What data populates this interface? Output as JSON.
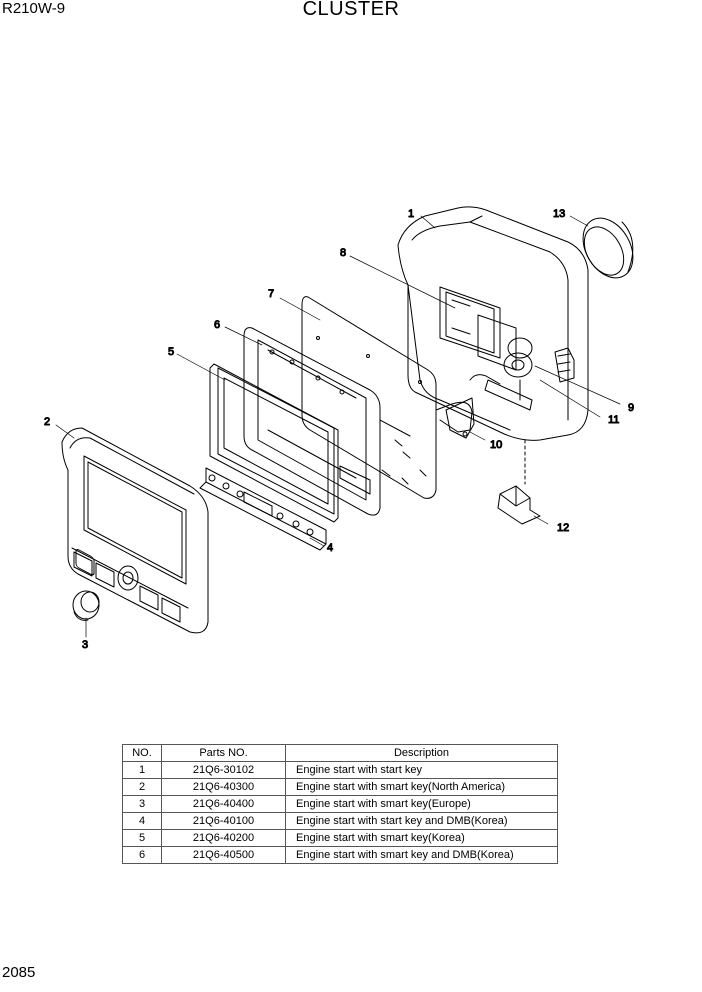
{
  "header": {
    "model": "R210W-9",
    "title": "CLUSTER"
  },
  "footer": {
    "page_number": "2085"
  },
  "callouts": [
    "1",
    "2",
    "3",
    "4",
    "5",
    "6",
    "7",
    "8",
    "9",
    "10",
    "11",
    "12",
    "13"
  ],
  "table": {
    "headers": [
      "NO.",
      "Parts NO.",
      "Description"
    ],
    "rows": [
      {
        "no": "1",
        "part": "21Q6-30102",
        "desc": "Engine start with start key"
      },
      {
        "no": "2",
        "part": "21Q6-40300",
        "desc": "Engine start with smart key(North America)"
      },
      {
        "no": "3",
        "part": "21Q6-40400",
        "desc": "Engine start with smart key(Europe)"
      },
      {
        "no": "4",
        "part": "21Q6-40100",
        "desc": "Engine start with start key and DMB(Korea)"
      },
      {
        "no": "5",
        "part": "21Q6-40200",
        "desc": "Engine start with smart key(Korea)"
      },
      {
        "no": "6",
        "part": "21Q6-40500",
        "desc": "Engine start with smart key and DMB(Korea)"
      }
    ]
  }
}
